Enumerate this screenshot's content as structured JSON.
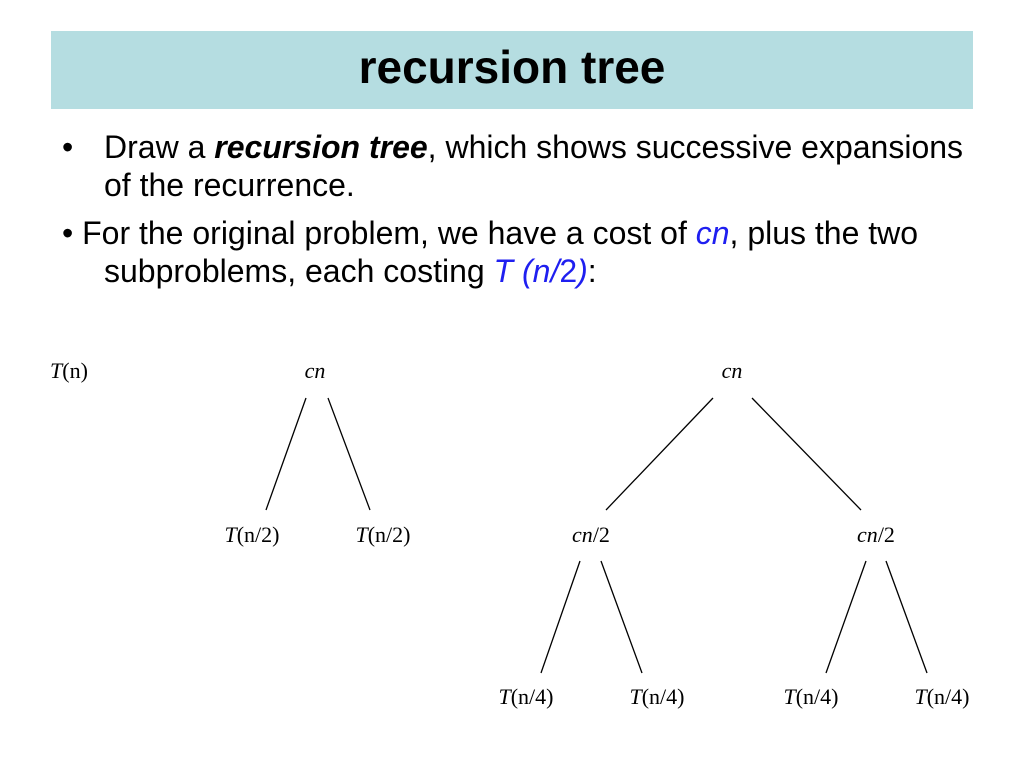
{
  "title": "recursion tree",
  "bullet1": {
    "marker": "•",
    "before": "Draw a ",
    "emphasis": "recursion tree",
    "after": ", which shows successive expansions of the recurrence."
  },
  "bullet2": {
    "marker": "•",
    "before": " For the original problem, we have a cost of ",
    "cost": "cn",
    "middle": ", plus the two subproblems, each costing ",
    "sub_T": "T (n/",
    "sub_2": "2",
    "sub_close": ")",
    "end": ":"
  },
  "colors": {
    "title_bar": "#b5dde1",
    "math_highlight": "#1f1ff0"
  },
  "diagram": {
    "tree_a": {
      "root": {
        "T": "T",
        "arg": "(n)"
      }
    },
    "tree_b": {
      "root": "cn",
      "children": [
        {
          "T": "T",
          "arg": "(n/2)"
        },
        {
          "T": "T",
          "arg": "(n/2)"
        }
      ]
    },
    "tree_c": {
      "root": "cn",
      "middle": [
        {
          "c": "cn",
          "rest": "/2"
        },
        {
          "c": "cn",
          "rest": "/2"
        }
      ],
      "leaves": [
        {
          "T": "T",
          "arg": "(n/4)"
        },
        {
          "T": "T",
          "arg": "(n/4)"
        },
        {
          "T": "T",
          "arg": "(n/4)"
        },
        {
          "T": "T",
          "arg": "(n/4)"
        }
      ]
    }
  }
}
